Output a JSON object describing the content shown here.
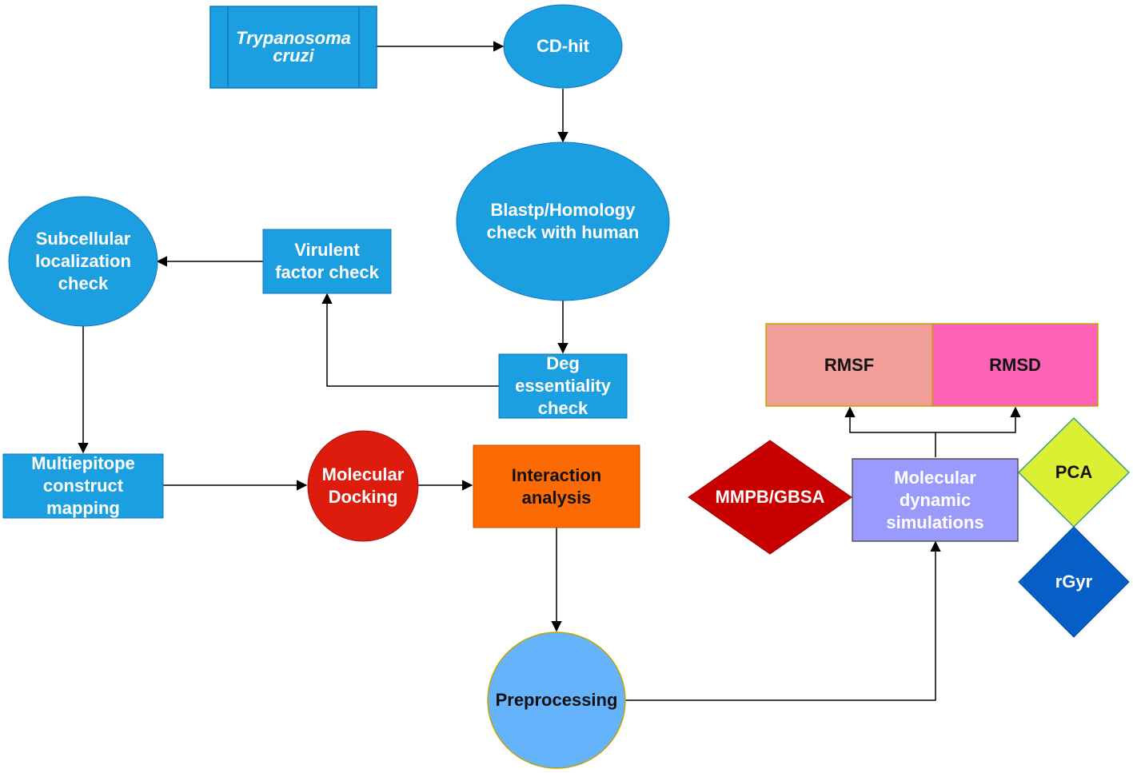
{
  "colors": {
    "process_blue": "#1b9fe0",
    "edge": "#000000",
    "docking_red": "#dd1c0e",
    "interaction_orange": "#fb6a03",
    "preprocessing_blue": "#64b3fb",
    "md_lavender": "#9a9afd",
    "rmsf_pink": "#f19d98",
    "rmsd_pink": "#fd62b6",
    "mmpb_red": "#c90000",
    "pca_lime": "#dcef33",
    "rgyr_blue": "#055fc6"
  },
  "nodes": {
    "trypanosoma": "Trypanosoma\ncruzi",
    "cdhit": "CD-hit",
    "blastp": "Blastp/Homology\ncheck with human",
    "deg": "Deg\nessentiality\ncheck",
    "virulent": "Virulent\nfactor check",
    "subcellular": "Subcellular\nlocalization\ncheck",
    "multiepitope": "Multiepitope\nconstruct\nmapping",
    "docking": "Molecular\nDocking",
    "interaction": "Interaction\nanalysis",
    "preprocessing": "Preprocessing",
    "md": "Molecular\ndynamic\nsimulations",
    "rmsf": "RMSF",
    "rmsd": "RMSD",
    "mmpb": "MMPB/GBSA",
    "pca": "PCA",
    "rgyr": "rGyr"
  }
}
